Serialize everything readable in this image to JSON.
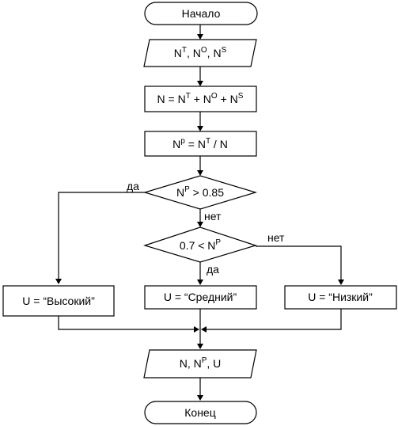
{
  "start": {
    "label": "Начало"
  },
  "input": {
    "n_t": "N",
    "n_t_sup": "T",
    "n_o": "N",
    "n_o_sup": "O",
    "n_s": "N",
    "n_s_sup": "S",
    "sep": ", "
  },
  "sum": {
    "lhs": "N = N",
    "t_sup": "T",
    "plus1": " + N",
    "o_sup": "O",
    "plus2": " + N",
    "s_sup": "S"
  },
  "ratio": {
    "lhs": "N",
    "p_sup": "p",
    "mid": " = N",
    "t_sup": "T",
    "rhs": " / N"
  },
  "decision1": {
    "lhs": "N",
    "p_sup": "P",
    "rhs": " > 0.85",
    "yes_label": "да",
    "no_label": "нет"
  },
  "decision2": {
    "lhs": "0.7 < N",
    "p_sup": "P",
    "yes_label": "да",
    "no_label": "нет"
  },
  "result_high": {
    "label": "U = “Высокий”"
  },
  "result_mid": {
    "label": "U = “Средний”"
  },
  "result_low": {
    "label": "U = “Низкий”"
  },
  "output": {
    "lhs": "N, N",
    "p_sup": "P",
    "rhs": ", U"
  },
  "end": {
    "label": "Конец"
  },
  "colors": {
    "stroke": "#000000",
    "fill": "#ffffff",
    "background": "#ffffff"
  }
}
